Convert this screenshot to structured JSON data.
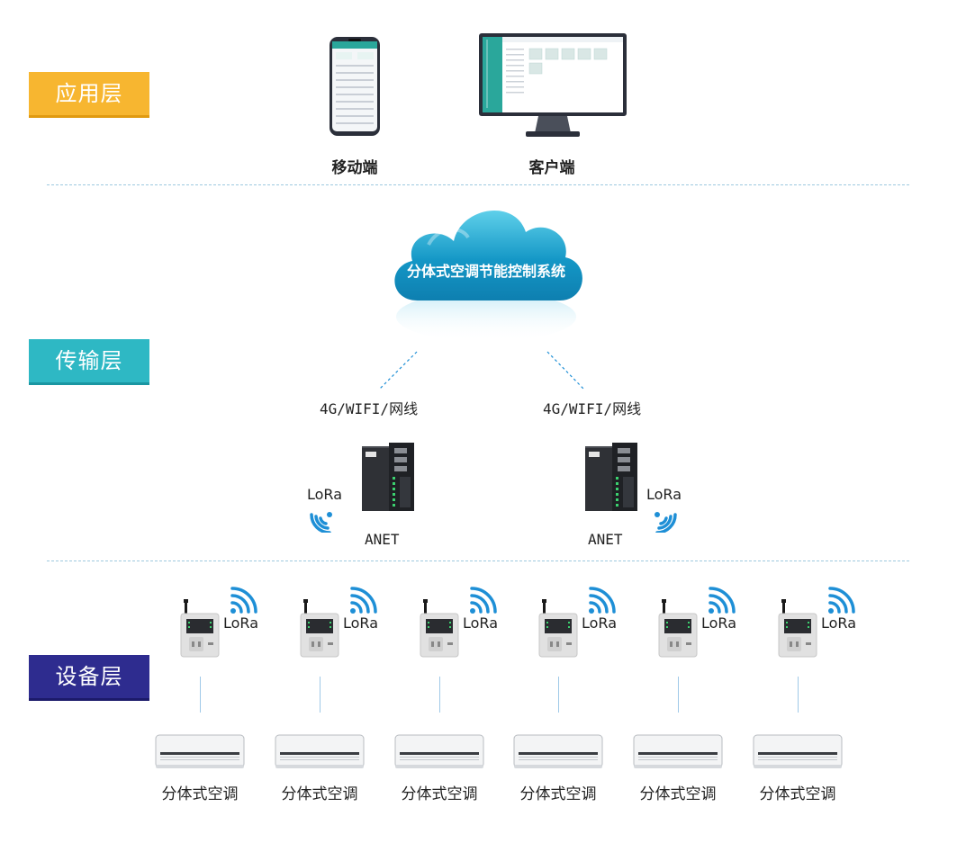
{
  "layers": {
    "application": {
      "label": "应用层",
      "color": "#f7b630"
    },
    "transport": {
      "label": "传输层",
      "color": "#2eb8c4"
    },
    "device": {
      "label": "设备层",
      "color": "#2e2c8f"
    }
  },
  "apps": {
    "mobile_label": "移动端",
    "client_label": "客户端"
  },
  "cloud": {
    "label": "分体式空调节能控制系统",
    "color": "#1a9bc9"
  },
  "network": {
    "left_link": "4G/WIFI/网线",
    "right_link": "4G/WIFI/网线"
  },
  "gateways": {
    "left_label": "ANET",
    "right_label": "ANET",
    "left_wireless": "LoRa",
    "right_wireless": "LoRa"
  },
  "devices": {
    "wireless_label": "LoRa",
    "ac_label": "分体式空调",
    "items": [
      {
        "wireless": "LoRa",
        "ac": "分体式空调"
      },
      {
        "wireless": "LoRa",
        "ac": "分体式空调"
      },
      {
        "wireless": "LoRa",
        "ac": "分体式空调"
      },
      {
        "wireless": "LoRa",
        "ac": "分体式空调"
      },
      {
        "wireless": "LoRa",
        "ac": "分体式空调"
      },
      {
        "wireless": "LoRa",
        "ac": "分体式空调"
      }
    ]
  },
  "wifi_color": "#1e8fd6"
}
